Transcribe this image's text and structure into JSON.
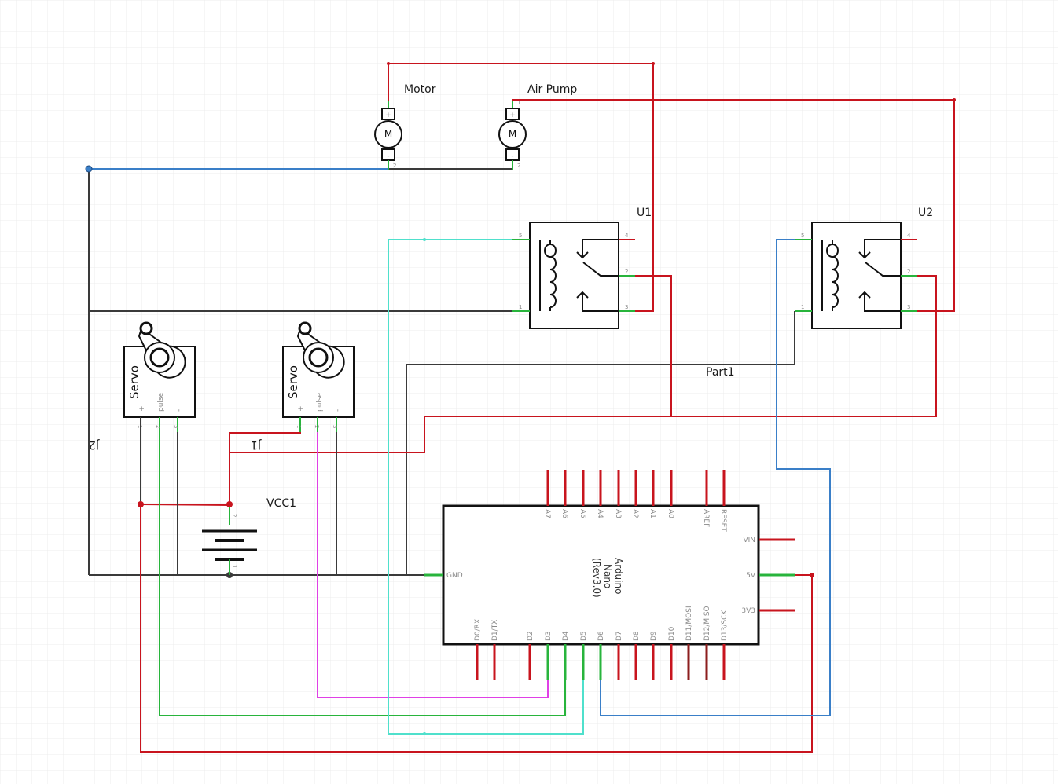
{
  "labels": {
    "motor": "Motor",
    "air_pump": "Air Pump",
    "u1": "U1",
    "u2": "U2",
    "part1": "Part1",
    "vcc1": "VCC1",
    "j1": "J1",
    "j2": "J2",
    "motor_symbol": "M",
    "servo_title": "Servo",
    "servo_pulse": "pulse",
    "servo_plus": "+",
    "servo_minus": "-"
  },
  "arduino": {
    "name_line1": "Arduino",
    "name_line2": "Nano",
    "name_line3": "(Rev3.0)",
    "top_pins": [
      "A7",
      "A6",
      "A5",
      "A4",
      "A3",
      "A2",
      "A1",
      "A0",
      "AREF",
      "RESET"
    ],
    "bottom_pins": [
      "D0/RX",
      "D1/TX",
      "D2",
      "D3",
      "D4",
      "D5",
      "D6",
      "D7",
      "D8",
      "D9",
      "D10",
      "D11/MOSI",
      "D12/MISO",
      "D13/SCK"
    ],
    "right_pins": [
      "VIN",
      "5V",
      "3V3"
    ],
    "left_pin": "GND"
  },
  "relay_pins": {
    "p5": "5",
    "p4": "4",
    "p2": "2",
    "p1": "1",
    "p3": "3"
  },
  "servo_pins": {
    "p1": "1",
    "p2": "2",
    "p3": "3"
  },
  "battery_pins": {
    "p2": "2",
    "p1": "1"
  },
  "motor_pins": {
    "plus": "+",
    "minus": "-",
    "p1": "1",
    "p2": "2"
  },
  "colors": {
    "red": "#c8141e",
    "black": "#3a3a3a",
    "blue": "#3a7fc8",
    "green": "#28b43c",
    "cyan": "#4fe0cc",
    "magenta": "#e040e6",
    "darkred": "#8c1e1e",
    "grid": "#ececec"
  }
}
